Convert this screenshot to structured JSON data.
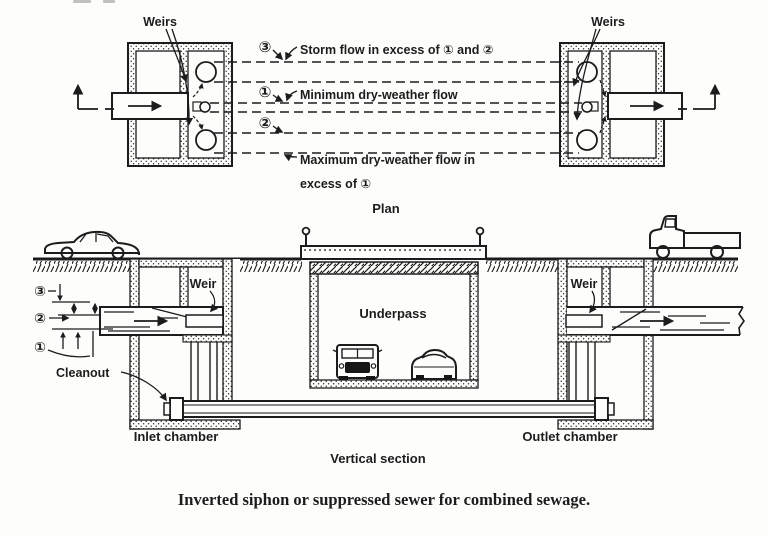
{
  "plan": {
    "caption": "Plan",
    "weirs_left": "Weirs",
    "weirs_right": "Weirs",
    "flow3_num": "③",
    "flow3_label": "Storm flow in excess of ① and ②",
    "flow1_num": "①",
    "flow1_label": "Minimum dry-weather flow",
    "flow2_num": "②",
    "flow2_label_line1": "Maximum dry-weather flow in",
    "flow2_label_line2": "excess of ①",
    "flow_in_arrow": "→",
    "flow_out_arrow": "→"
  },
  "section": {
    "caption": "Vertical section",
    "weir_left": "Weir",
    "weir_right": "Weir",
    "underpass_label": "Underpass",
    "cleanout_label": "Cleanout",
    "inlet_label": "Inlet chamber",
    "outlet_label": "Outlet chamber",
    "level3": "③",
    "level2": "②",
    "level1": "①"
  },
  "figure_caption": "Inverted siphon or suppressed sewer for combined sewage.",
  "colors": {
    "ink": "#1c1c1c",
    "paper": "#fdfdfb"
  }
}
